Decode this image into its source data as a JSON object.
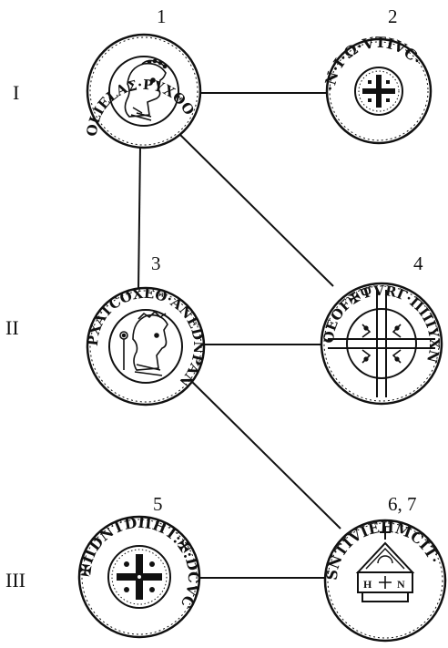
{
  "row_labels": [
    "I",
    "II",
    "III"
  ],
  "coin_labels": [
    "1",
    "2",
    "3",
    "4",
    "5",
    "6, 7"
  ],
  "coins": [
    {
      "id": "1",
      "type": "portrait",
      "legend": "OLIELAΣ·ΡΥΧΘΟ"
    },
    {
      "id": "2",
      "type": "cross",
      "legend": "·N·I·Ω·VTIVC·"
    },
    {
      "id": "3",
      "type": "portrait-scepter",
      "legend": "ΡXATCOXEΘ·ANEDNPAN"
    },
    {
      "id": "4",
      "type": "long-cross",
      "legend": "OEOF✠ΨVRΓ·ΠΙΙΙΥΧΝ"
    },
    {
      "id": "5",
      "type": "cross-pellet",
      "legend": "✠ΠDNTDΠHT:✠:DCVC"
    },
    {
      "id": "6, 7",
      "type": "temple",
      "legend": "SNTIVIEHMCIT·"
    }
  ],
  "connections": [
    [
      "1",
      "2"
    ],
    [
      "1",
      "3"
    ],
    [
      "1",
      "4"
    ],
    [
      "3",
      "4"
    ],
    [
      "3",
      "6, 7"
    ],
    [
      "5",
      "6, 7"
    ]
  ],
  "temple_text": "H N"
}
